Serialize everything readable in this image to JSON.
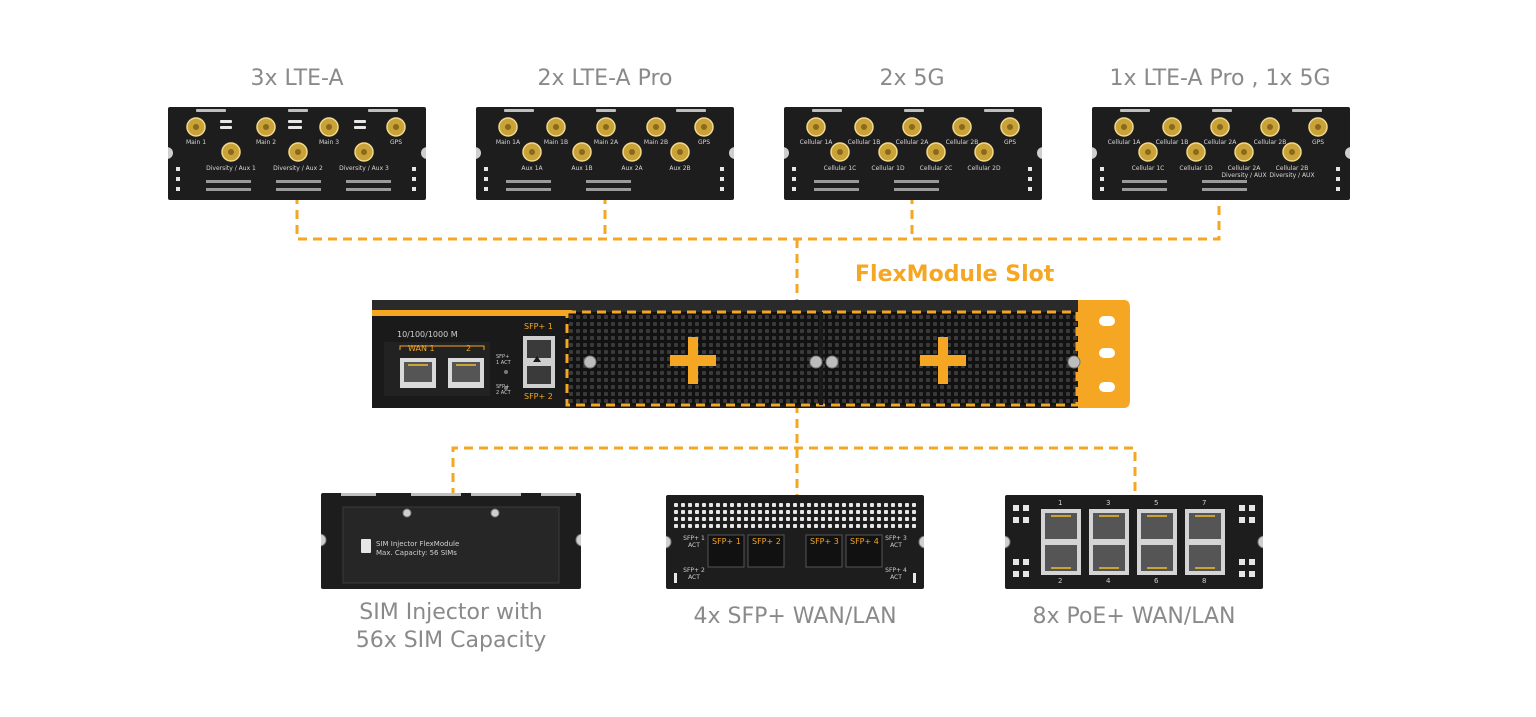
{
  "lte_modules": [
    {
      "title": "3x LTE-A",
      "top_labels": [
        "Main 1",
        "Main 2",
        "Main 3",
        "GPS"
      ],
      "bottom_labels": [
        "Diversity / Aux 1",
        "Diversity / Aux 2",
        "Diversity / Aux 3"
      ]
    },
    {
      "title": "2x LTE-A Pro",
      "top_labels": [
        "Main 1A",
        "Main 1B",
        "Main 2A",
        "Main 2B",
        "GPS"
      ],
      "bottom_labels": [
        "Aux 1A",
        "Aux 1B",
        "Aux 2A",
        "Aux 2B"
      ]
    },
    {
      "title": "2x 5G",
      "top_labels": [
        "Cellular 1A",
        "Cellular 1B",
        "Cellular 2A",
        "Cellular 2B",
        "GPS"
      ],
      "bottom_labels": [
        "Cellular 1C",
        "Cellular 1D",
        "Cellular 2C",
        "Cellular 2D"
      ]
    },
    {
      "title": "1x LTE-A Pro , 1x 5G",
      "top_labels": [
        "Cellular 1A",
        "Cellular 1B",
        "Cellular 2A",
        "Cellular 2B",
        "GPS"
      ],
      "bottom_labels": [
        "Cellular 1C",
        "Cellular 1D",
        "Cellular 2A Diversity / AUX",
        "Cellular 2B Diversity / AUX"
      ]
    }
  ],
  "slot_label": "FlexModule Slot",
  "chassis": {
    "speed_label": "10/100/1000 M",
    "wan1": "WAN 1",
    "wan2": "2",
    "sfp1": "SFP+ 1",
    "sfp2": "SFP+ 2",
    "act1": "SFP+ 1 ACT",
    "act2": "SFP+ 2 ACT"
  },
  "sim_module": {
    "card_line1": "SIM Injector FlexModule",
    "card_line2": "Max. Capacity: 56 SIMs",
    "caption_line1": "SIM Injector with",
    "caption_line2": "56x SIM Capacity"
  },
  "sfp_module": {
    "ports": [
      "SFP+ 1",
      "SFP+ 2",
      "SFP+ 3",
      "SFP+ 4"
    ],
    "left_act_top": "SFP+ 1 ACT",
    "left_act_bottom": "SFP+ 2 ACT",
    "right_act_top": "SFP+ 3 ACT",
    "right_act_bottom": "SFP+ 4 ACT",
    "caption": "4x SFP+ WAN/LAN"
  },
  "poe_module": {
    "top_numbers": [
      "1",
      "3",
      "5",
      "7"
    ],
    "bottom_numbers": [
      "2",
      "4",
      "6",
      "8"
    ],
    "caption": "8x PoE+ WAN/LAN"
  },
  "colors": {
    "accent": "#f5a623",
    "module": "#1d1d1d",
    "caption": "#8a8a8a"
  }
}
